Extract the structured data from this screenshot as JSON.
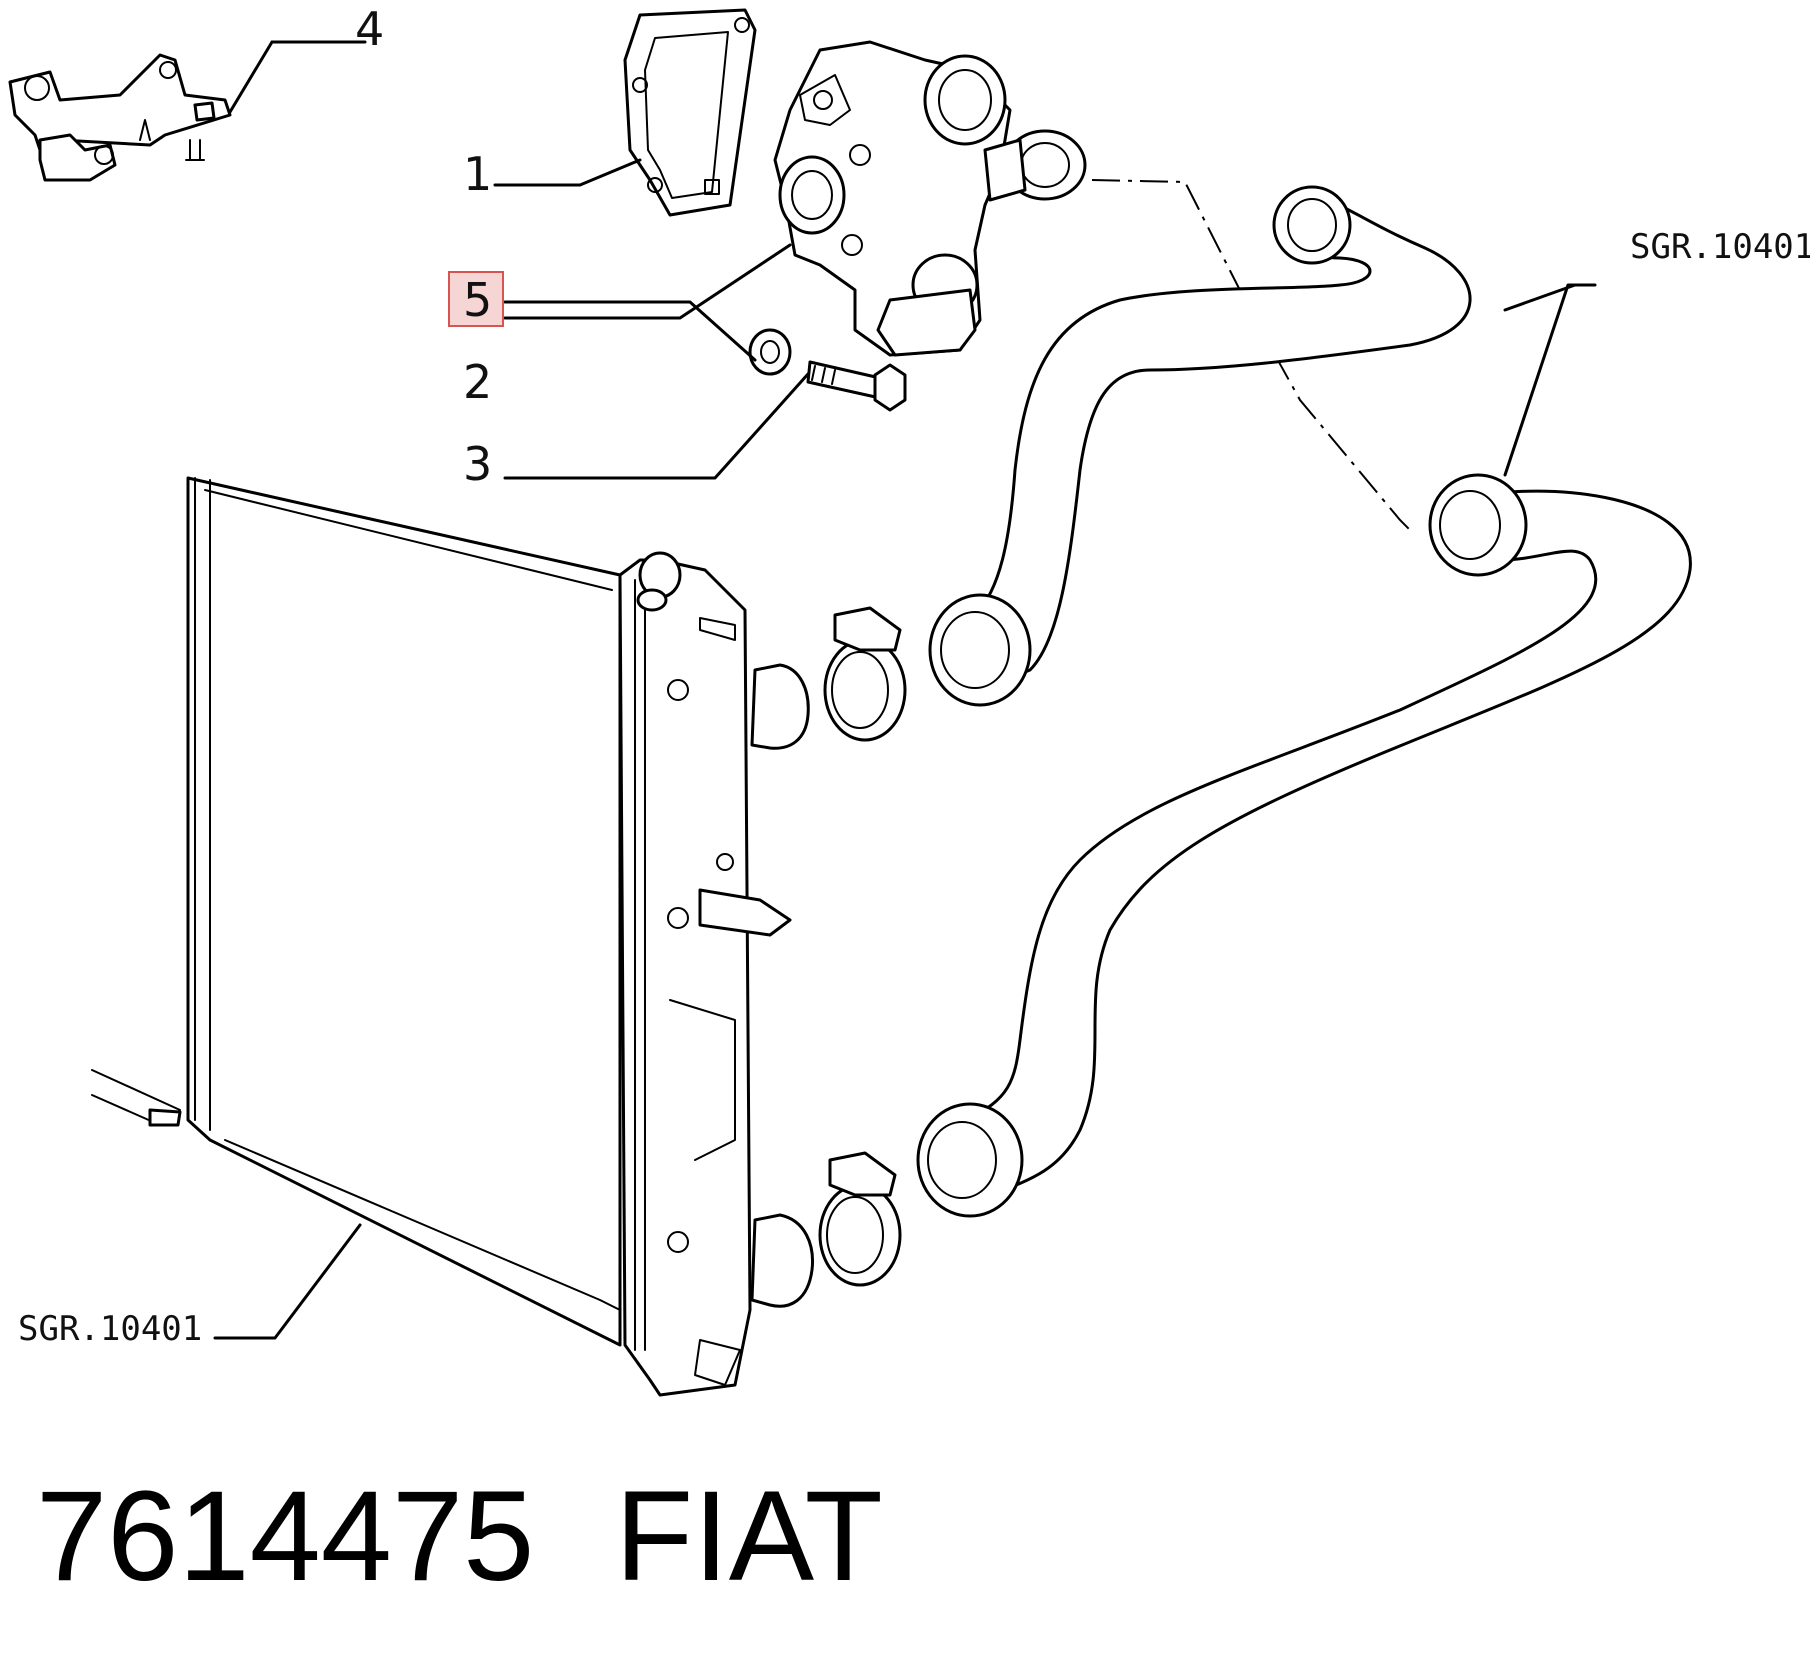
{
  "callouts": {
    "n1": "1",
    "n2": "2",
    "n3": "3",
    "n4": "4",
    "n5": "5"
  },
  "refs": {
    "upper_right": "SGR.10401",
    "lower_left": "SGR.10401"
  },
  "footer": {
    "part_number": "7614475",
    "brand": "FIAT"
  },
  "colors": {
    "highlight_box": "#d9534f",
    "highlight_fill": "#f6d5d5"
  }
}
